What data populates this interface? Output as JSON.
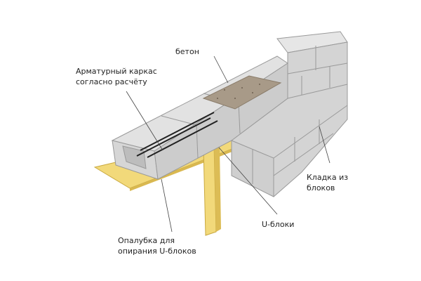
{
  "labels": {
    "concrete": "бетон",
    "rebar_line1": "Арматурный каркас",
    "rebar_line2": "согласно расчёту",
    "masonry_line1": "Кладка из",
    "masonry_line2": "блоков",
    "u_blocks": "U-блоки",
    "formwork_line1": "Опалубка для",
    "formwork_line2": "опирания U-блоков"
  },
  "colors": {
    "block": "#dcdcdc",
    "block_dark": "#c4c4c4",
    "concrete": "#a89a88",
    "wood": "#f2d97a"
  }
}
